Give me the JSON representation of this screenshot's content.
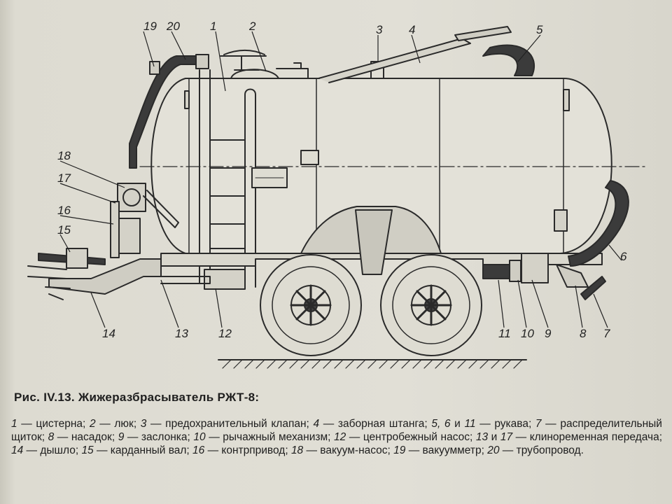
{
  "figure": {
    "callouts": [
      {
        "id": "19",
        "text": "19"
      },
      {
        "id": "20",
        "text": "20"
      },
      {
        "id": "1",
        "text": "1"
      },
      {
        "id": "2",
        "text": "2"
      },
      {
        "id": "3",
        "text": "3"
      },
      {
        "id": "4",
        "text": "4"
      },
      {
        "id": "5",
        "text": "5"
      },
      {
        "id": "18",
        "text": "18"
      },
      {
        "id": "17",
        "text": "17"
      },
      {
        "id": "16",
        "text": "16"
      },
      {
        "id": "15",
        "text": "15"
      },
      {
        "id": "14",
        "text": "14"
      },
      {
        "id": "13",
        "text": "13"
      },
      {
        "id": "12",
        "text": "12"
      },
      {
        "id": "11",
        "text": "11"
      },
      {
        "id": "10",
        "text": "10"
      },
      {
        "id": "9",
        "text": "9"
      },
      {
        "id": "8",
        "text": "8"
      },
      {
        "id": "7",
        "text": "7"
      },
      {
        "id": "6",
        "text": "6"
      }
    ]
  },
  "caption": {
    "fig_number": "Рис. IV.13.",
    "title": "Жижеразбрасыватель РЖТ-8:",
    "legend": [
      {
        "num": "1",
        "text": " — цистерна; "
      },
      {
        "num": "2",
        "text": " — люк; "
      },
      {
        "num": "3",
        "text": " — предохранительный клапан; "
      },
      {
        "num": "4",
        "text": " — заборная штанга; "
      },
      {
        "num": "5, 6",
        "text": " и "
      },
      {
        "num": "11",
        "text": " — рукава; "
      },
      {
        "num": "7",
        "text": " — распределительный щиток; "
      },
      {
        "num": "8",
        "text": " — насадок; "
      },
      {
        "num": "9",
        "text": " — заслонка; "
      },
      {
        "num": "10",
        "text": " — рычажный механизм; "
      },
      {
        "num": "12",
        "text": " — центробежный насос; "
      },
      {
        "num": "13",
        "text": " и "
      },
      {
        "num": "17",
        "text": " — клиноременная передача; "
      },
      {
        "num": "14",
        "text": " — дышло; "
      },
      {
        "num": "15",
        "text": " — карданный вал; "
      },
      {
        "num": "16",
        "text": " — контрпривод; "
      },
      {
        "num": "18",
        "text": " — вакуум-насос; "
      },
      {
        "num": "19",
        "text": " — вакуумметр; "
      },
      {
        "num": "20",
        "text": " — трубопровод."
      }
    ]
  }
}
